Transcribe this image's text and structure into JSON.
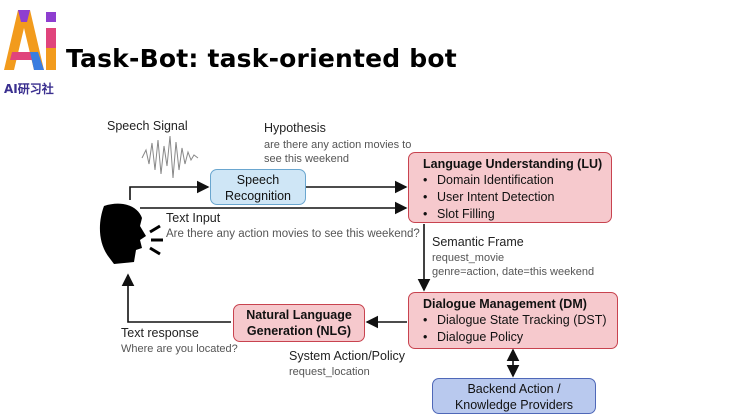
{
  "header": {
    "title": "Task-Bot: task-oriented bot",
    "logo_text": "AI研习社",
    "logo_letters": "Ai"
  },
  "diagram": {
    "speech_signal": "Speech Signal",
    "hypothesis": {
      "title": "Hypothesis",
      "line1": "are there any action movies to",
      "line2": "see this weekend"
    },
    "speech_recognition": {
      "line1": "Speech",
      "line2": "Recognition"
    },
    "text_input": {
      "title": "Text Input",
      "text": "Are there any action movies to see this weekend?"
    },
    "lu": {
      "title": "Language Understanding (LU)",
      "items": [
        "Domain Identification",
        "User Intent Detection",
        "Slot Filling"
      ]
    },
    "semantic_frame": {
      "title": "Semantic Frame",
      "line1": "request_movie",
      "line2": "genre=action, date=this weekend"
    },
    "dm": {
      "title": "Dialogue Management (DM)",
      "items": [
        "Dialogue State Tracking (DST)",
        "Dialogue Policy"
      ]
    },
    "nlg": {
      "line1": "Natural Language",
      "line2": "Generation (NLG)"
    },
    "text_response": {
      "title": "Text response",
      "text": "Where are you located?"
    },
    "system_action": {
      "title": "System Action/Policy",
      "text": "request_location"
    },
    "backend": {
      "line1": "Backend Action /",
      "line2": "Knowledge Providers"
    }
  },
  "colors": {
    "blue_box": "#cfe6f6",
    "pink_box": "#f6c9cd",
    "pink_border": "#c8434f",
    "backend_box": "#b9c9ee"
  }
}
